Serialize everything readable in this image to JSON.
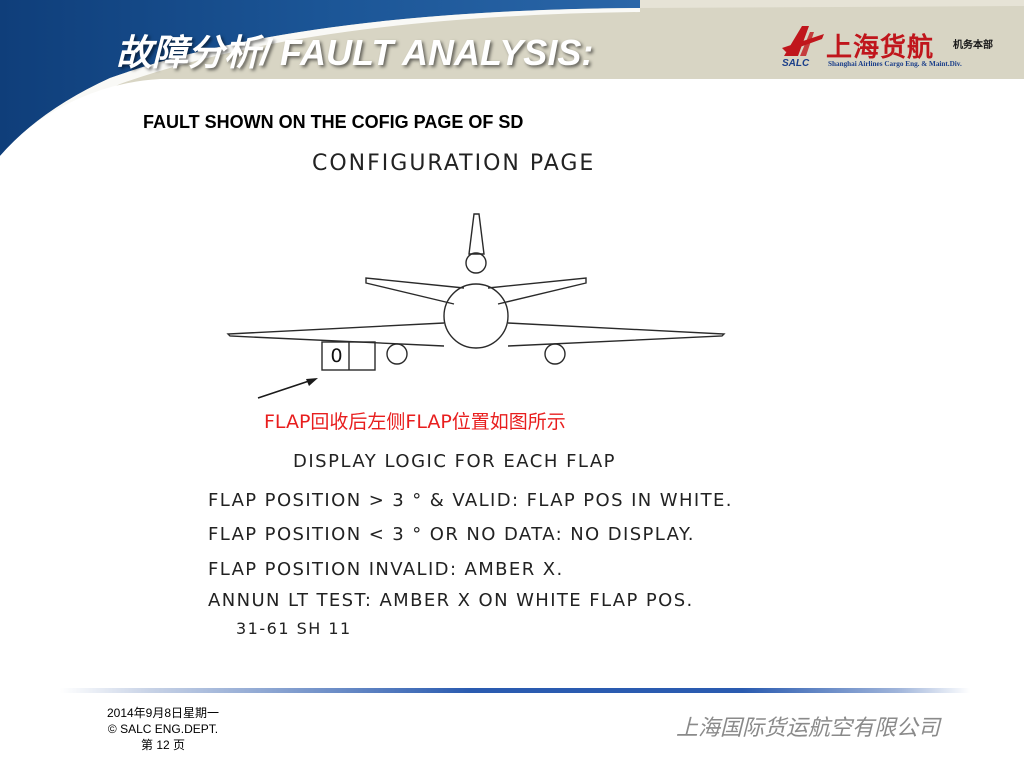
{
  "header": {
    "title": "故障分析/ FAULT ANALYSIS:",
    "logo": {
      "cn_name": "上海货航",
      "cn_dept": "机务本部",
      "en_name": "Shanghai Airlines Cargo Eng. & Maint.Div.",
      "abbr": "SALC",
      "brand_color": "#c0161c",
      "text_color": "#1b3f8a"
    }
  },
  "subtitle": "FAULT SHOWN ON THE COFIG PAGE OF SD",
  "figure": {
    "config_title": "CONFIGURATION PAGE",
    "flap_value": "0",
    "note": "FLAP回收后左侧FLAP位置如图所示",
    "note_color": "#e81e1e",
    "logic_title": "DISPLAY LOGIC FOR EACH FLAP",
    "logic_lines": [
      "FLAP POSITION > 3 ° & VALID: FLAP POS IN WHITE.",
      "FLAP POSITION < 3 ° OR NO DATA: NO DISPLAY.",
      "FLAP POSITION INVALID: AMBER X.",
      "ANNUN LT TEST: AMBER X ON WHITE FLAP POS."
    ],
    "reference": "31-61 SH 11"
  },
  "footer": {
    "date": "2014年9月8日星期一",
    "copyright": "© SALC ENG.DEPT.",
    "page": "第 12 页",
    "company": "上海国际货运航空有限公司"
  },
  "colors": {
    "header_band": "#1b4f8c",
    "header_bg": "#d8d5c4",
    "footer_rule": "#2a5bb0"
  }
}
